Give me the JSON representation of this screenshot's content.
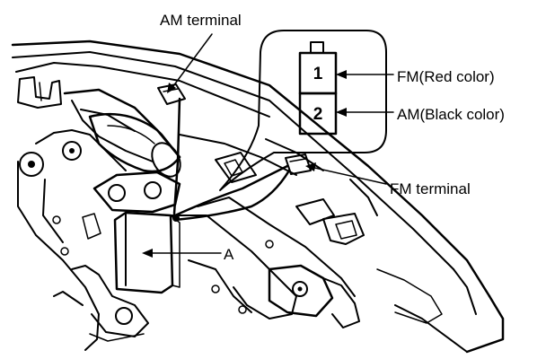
{
  "labels": {
    "am_terminal": "AM terminal",
    "fm_terminal": "FM terminal",
    "fm_pin": "FM(Red color)",
    "am_pin": "AM(Black color)",
    "part_a": "A"
  },
  "connector": {
    "pin_top": "1",
    "pin_bottom": "2"
  }
}
